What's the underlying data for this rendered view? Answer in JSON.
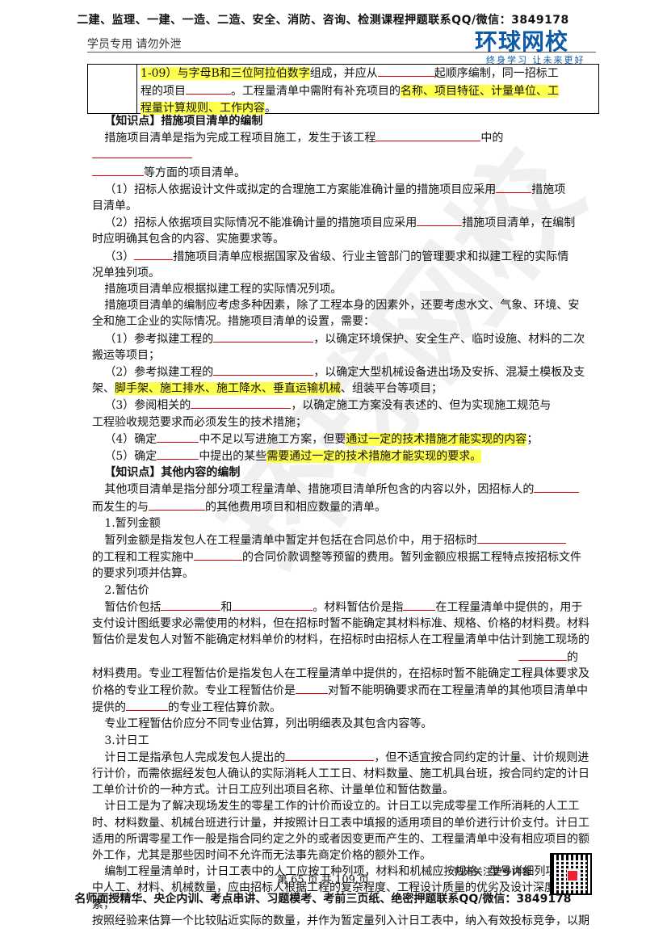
{
  "header": {
    "top_line": "二建、监理、一建、一造、二造、安全、消防、咨询、检测课程押题联系QQ/微信：3849178",
    "left": "学员专用 请勿外泄",
    "logo_main": "环球网校",
    "logo_sub": "终身学习 让未来更好"
  },
  "table": {
    "t1": "1-09）与字母B和三位阿拉伯数字",
    "t2": "组成，并应从",
    "t3": "起顺序编制，同一招标工",
    "t4": "程的项目",
    "t5": "。工程量清单中需附有补充项目的",
    "t6": "名称、项目特征、计量单位、工",
    "t7": "程量计算规则、工作内容",
    "t8": "。"
  },
  "s1": {
    "title": "【知识点】措施项目清单的编制",
    "p1a": "措施项目清单是指为完成工程项目施工，发生于该工程",
    "p1b": "中的",
    "p1c": "等方面的项目清单。",
    "p2a": "（1）招标人依据设计文件或拟定的合理施工方案能准确计量的措施项目应采用",
    "p2b": "措施项",
    "p2c": "目清单。",
    "p3a": "（2）招标人依据项目实际情况不能准确计量的措施项目应采用",
    "p3b": "措施项目清单，在编制",
    "p3c": "时应明确其包含的内容、实施要求等。",
    "p4a": "（3）",
    "p4b": "措施项目清单应根据国家及省级、行业主管部门的管理要求和拟建工程的实际情",
    "p4c": "况单独列项。",
    "p5": "措施项目清单应根据拟建工程的实际情况列项。",
    "p6a": "措施项目清单的编制应考虑多种因素，除了工程本身的因素外，还要考虑水文、气象、环境、安",
    "p6b": "全和施工企业的实际情况。措施项目清单的设置，需要：",
    "p7a": "（1）参考拟建工程的",
    "p7b": "，以确定环境保护、安全生产、临时设施、材料的二次",
    "p7c": "搬运等项目；",
    "p8a": "（2）参考拟建工程的",
    "p8b": "，以确定大型机械设备进出场及安拆、混凝土模板及支",
    "p8c": "架、",
    "p8d": "脚手架、施工排水、施工降水、垂直运输机械",
    "p8e": "、组装平台等项目；",
    "p9a": "（3）参阅相关的",
    "p9b": "，以确定施工方案没有表述的、但为实现施工规范与",
    "p9c": "工程验收规范要求而必须发生的技术措施；",
    "p10a": "（4）确定",
    "p10b": "中不足以写进施工方案，但要",
    "p10c": "通过一定的技术措施才能实现的内容",
    "p10d": "；",
    "p11a": "（5）确定",
    "p11b": "中提出的某些",
    "p11c": "需要通过一定的技术措施才能实现的要求。"
  },
  "s2": {
    "title": "【知识点】其他内容的编制",
    "p1a": "其他项目清单是指分部分项工程量清单、措施项目清单所包含的内容以外，因招标人的",
    "p1b": "而发生的与",
    "p1c": "的其他费用项目和相应数量的清单。",
    "h1": "1.暂列金额",
    "p2a": "暂列金额是指发包人在工程量清单中暂定并包括在合同总价中，用于招标时",
    "p2b": "的工程和工程实施中",
    "p2c": "的合同价款调整等预留的费用。暂列金额应根据工程特点按招标文件",
    "p2d": "的要求列项并估算。",
    "h2": "2.暂估价",
    "p3a": "暂估价包括",
    "p3b": "和",
    "p3c": "。材料暂估价是指",
    "p3d": "在工程量清单中提供的，用于",
    "p3e": "支付设计图纸要求必需使用的材料，但在招标时暂不能确定其材料标准、规格、价格的材料费。材料",
    "p3f": "暂估价是发包人对暂不能确定材料单价的材料，在招标时由招标人在工程量清单中估计到施工现场的",
    "p3g": "的",
    "p3h": "材料费用。专业工程暂估价是指发包人在工程量清单中提供的，在招标时暂不能确定工程具体要求及",
    "p3i": "价格的专业工程价款。专业工程暂估价是",
    "p3j": "对暂不能明确要求而在工程量清单的其他项目清单中",
    "p3k": "提供的",
    "p3l": "的专业工程估算价款。",
    "p4": "专业工程暂估价应分不同专业估算，列出明细表及其包含内容等。",
    "h3": "3.计日工",
    "p5a": "计日工是指承包人完成发包人提出的",
    "p5b": "，但不适宜按合同约定的计量、计价规则进",
    "p5c": "行计价，而需依据经发包人确认的实际消耗人工工日、材料数量、施工机具台班，按合同约定的计日",
    "p5d": "工单价计价的一种方式。计日工应列出项目名称、计量单位和暂估数量。",
    "p6a": "计日工是为了解决现场发生的零星工作的计价而设立的。计日工以完成零星工作所消耗的人工工",
    "p6b": "时、材料数量、机械台班进行计量，并按照计日工表中填报的适用项目的单价进行计价支付。计日工",
    "p6c": "适用的所谓零星工作一般是指合同约定之外的或者因变更而产生的、工程量清单中没有相应项目的额",
    "p6d": "外工作，尤其是那些因时间不允许而无法事先商定价格的额外工作。",
    "p7a": "编制工程量清单时，计日工表中的人工应按工种列项，材料和机械应按规格、型号详细列项。其",
    "p7b": "中人工、材料、机械数量，应由招标人根据工程的复杂程度、工程设计质量的优劣及设计深度等因素，",
    "p7c": "按照经验来估算一个比较贴近实际的数量，并作为暂定量列入计日工表中，纳入有效投标竞争，以期"
  },
  "watermark": "环球网校",
  "footer": {
    "page": "第 65 页 共 109 页",
    "scan": "扫码关注更多内容",
    "bottom": "名师面授精华、央企内训、考点串讲、习题模考、考前三页纸、绝密押题联系QQ/微信：3849178"
  },
  "colors": {
    "highlight": "#ffff4d",
    "blank_underline": "#dd0000",
    "logo": "#0e5aa6"
  }
}
